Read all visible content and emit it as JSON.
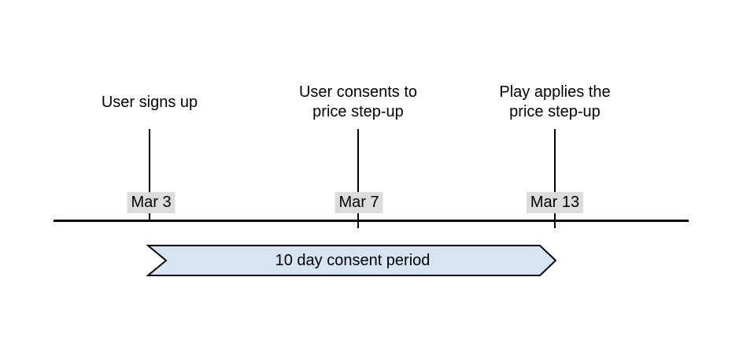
{
  "diagram": {
    "background": "#ffffff",
    "line_color": "#000000",
    "date_label_bg": "#dcdcdc",
    "events": [
      {
        "title": "User signs up",
        "date": "Mar 3"
      },
      {
        "title": "User consents to\nprice step-up",
        "date": "Mar 7"
      },
      {
        "title": "Play applies the\nprice step-up",
        "date": "Mar 13"
      }
    ],
    "banner": {
      "label": "10 day consent period",
      "fill": "#d7e4f4",
      "border": "#000000"
    }
  }
}
